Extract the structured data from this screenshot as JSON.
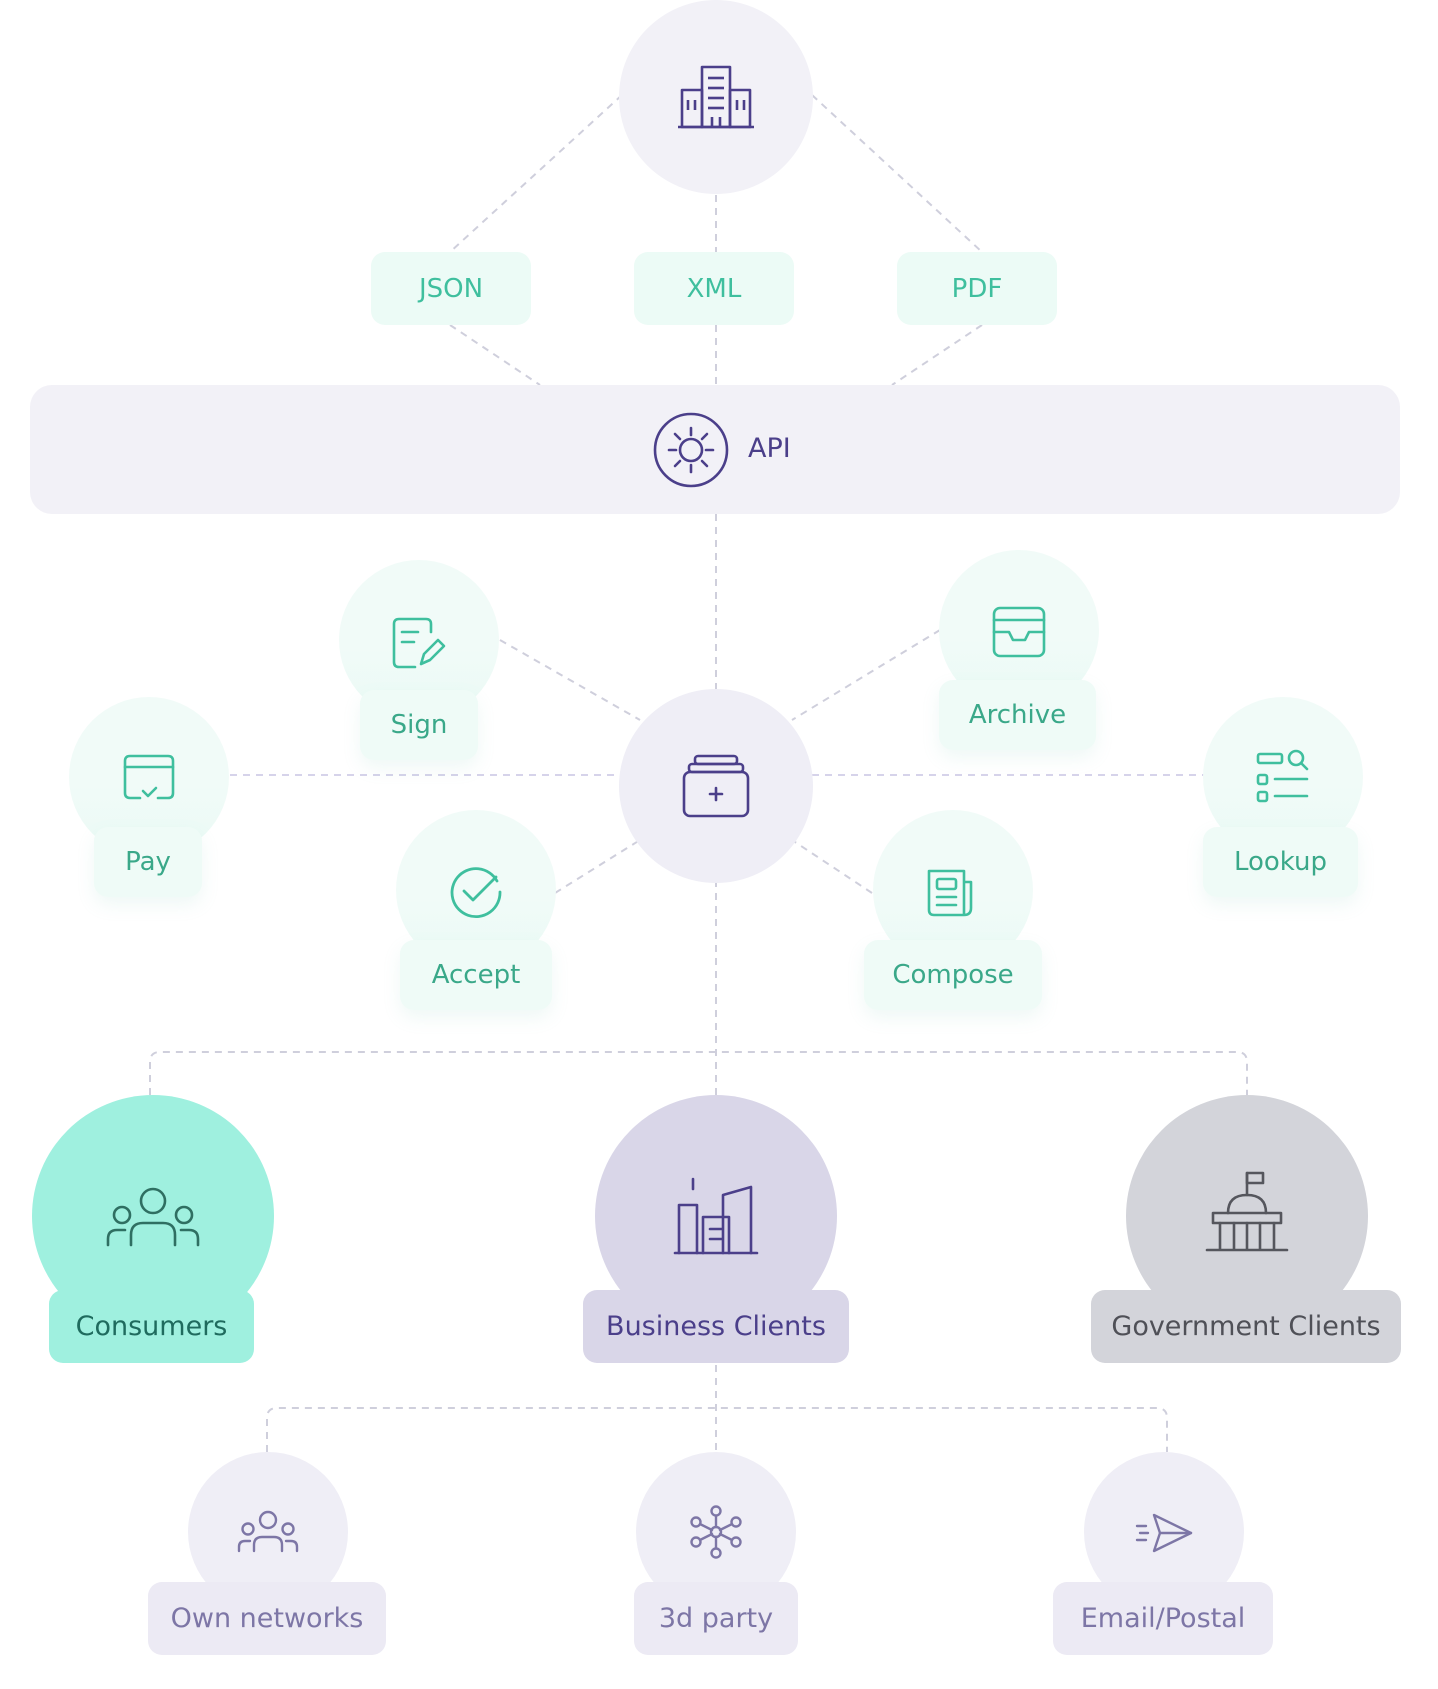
{
  "formats": [
    "JSON",
    "XML",
    "PDF"
  ],
  "api": {
    "label": "API"
  },
  "actions": {
    "sign": "Sign",
    "archive": "Archive",
    "pay": "Pay",
    "lookup": "Lookup",
    "accept": "Accept",
    "compose": "Compose"
  },
  "segments": {
    "consumers": "Consumers",
    "business": "Business Clients",
    "government": "Government Clients"
  },
  "channels": {
    "own": "Own networks",
    "third": "3d party",
    "email": "Email/Postal"
  },
  "icons": {
    "top": "office-building-icon",
    "api": "sun-gear-icon",
    "hub": "archive-box-plus-icon",
    "sign": "document-sign-icon",
    "archive": "inbox-tray-icon",
    "pay": "card-check-icon",
    "lookup": "list-search-icon",
    "accept": "check-circle-icon",
    "compose": "newspaper-icon",
    "consumers": "people-group-icon",
    "business": "city-buildings-icon",
    "government": "government-building-icon",
    "own": "people-group-icon",
    "third": "network-nodes-icon",
    "email": "paper-plane-icon"
  },
  "colors": {
    "mint": "#3fbf9e",
    "purple": "#4b3f8a",
    "consumers_bg": "#9ff0df",
    "business_bg": "#d9d6e8",
    "government_bg": "#d3d4da",
    "dashed_line": "#cfcfdc"
  }
}
